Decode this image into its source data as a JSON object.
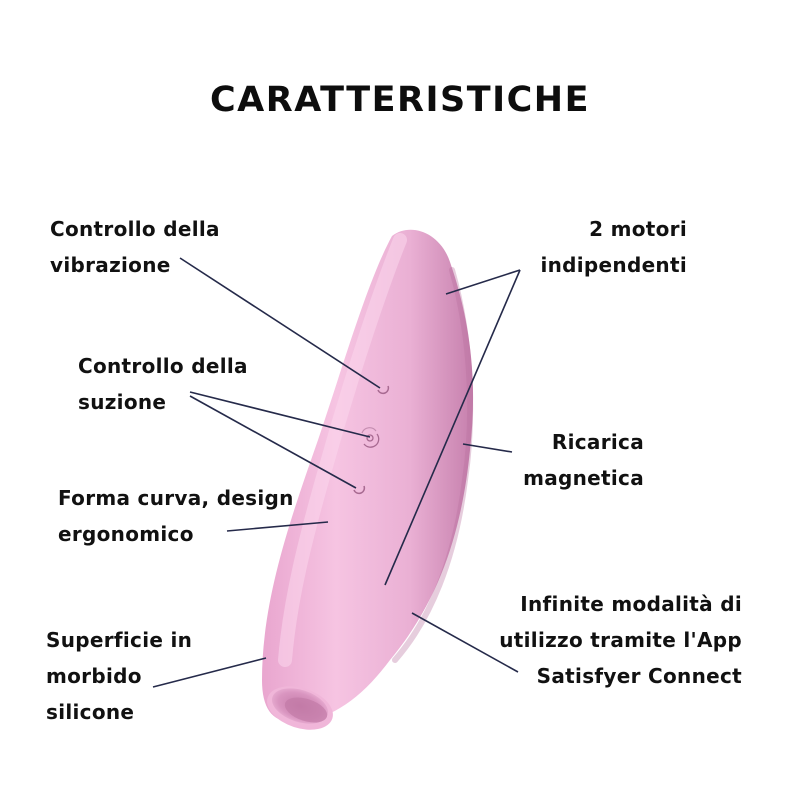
{
  "title": "CARATTERISTICHE",
  "colors": {
    "product_pink": "#f0b6d9",
    "product_shadow": "#c987b0",
    "leader_line": "#252a4a",
    "text": "#111111",
    "background": "#ffffff"
  },
  "features": {
    "vibration_control": {
      "line1": "Controllo della",
      "line2": "vibrazione"
    },
    "two_motors": {
      "line1": "2 motori",
      "line2": "indipendenti"
    },
    "suction_control": {
      "line1": "Controllo della",
      "line2": "suzione"
    },
    "magnetic_charging": {
      "line1": "Ricarica",
      "line2": "magnetica"
    },
    "curved_shape": {
      "line1": "Forma curva, design",
      "line2": "ergonomico"
    },
    "app_modes": {
      "line1": "Infinite modalità di",
      "line2": "utilizzo tramite l'App",
      "line3": "Satisfyer Connect"
    },
    "silicone_surface": {
      "line1": "Superficie in",
      "line2": "morbido",
      "line3": "silicone"
    }
  }
}
